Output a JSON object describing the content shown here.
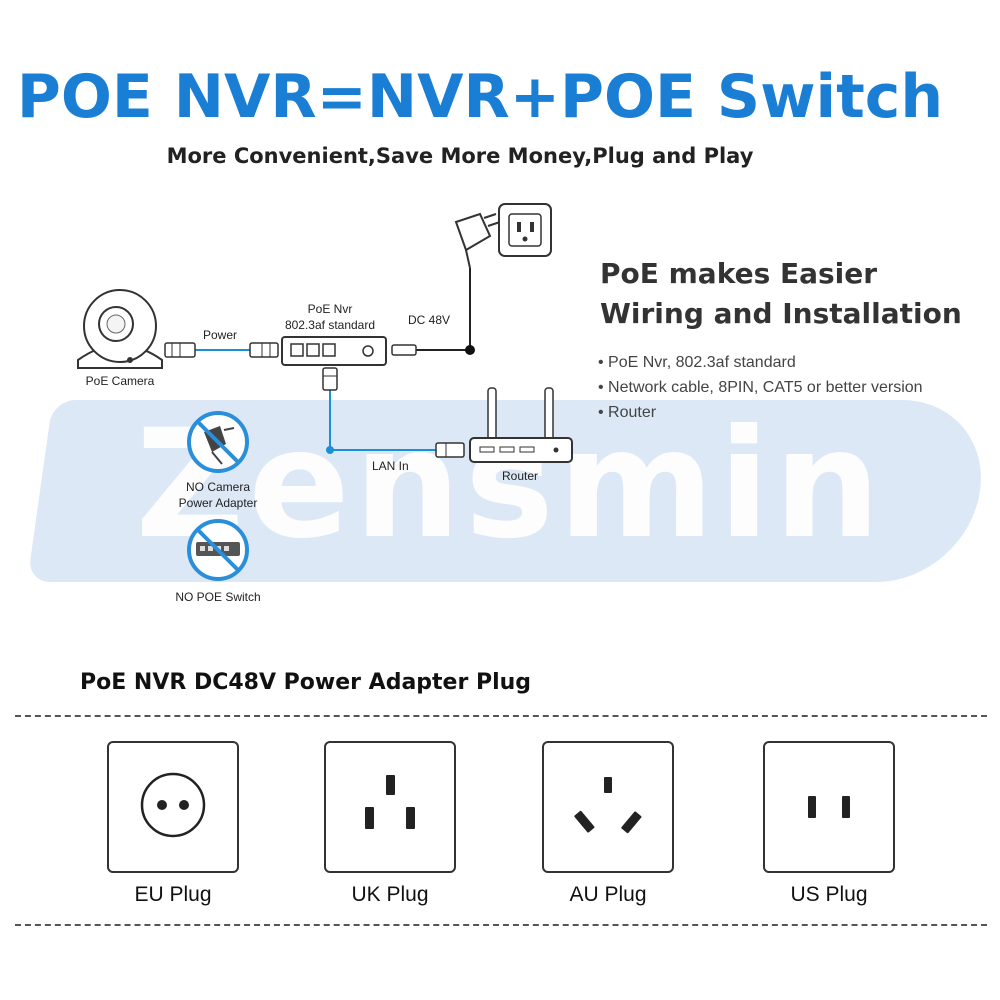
{
  "header": {
    "title": "POE NVR=NVR+POE Switch",
    "subtitle": "More Convenient,Save More Money,Plug and Play"
  },
  "watermark": "Zensmin",
  "diagram": {
    "camera_label": "PoE Camera",
    "power_label": "Power",
    "nvr_label_line1": "PoE Nvr",
    "nvr_label_line2": "802.3af standard",
    "dc_label": "DC 48V",
    "lan_label": "LAN In",
    "router_label": "Router",
    "no_adapter_line1": "NO Camera",
    "no_adapter_line2": "Power Adapter",
    "no_switch_label": "NO POE Switch",
    "colors": {
      "cable": "#1a90d8",
      "prohibit": "#2a8fd8"
    }
  },
  "info": {
    "title_line1": "PoE makes Easier",
    "title_line2": "Wiring and Installation",
    "bullets": [
      "• PoE Nvr, 802.3af standard",
      "• Network cable, 8PIN, CAT5 or better version",
      "• Router"
    ]
  },
  "plugs": {
    "heading": "PoE NVR DC48V Power Adapter Plug",
    "items": [
      {
        "label": "EU Plug"
      },
      {
        "label": "UK Plug"
      },
      {
        "label": "AU Plug"
      },
      {
        "label": "US Plug"
      }
    ]
  }
}
